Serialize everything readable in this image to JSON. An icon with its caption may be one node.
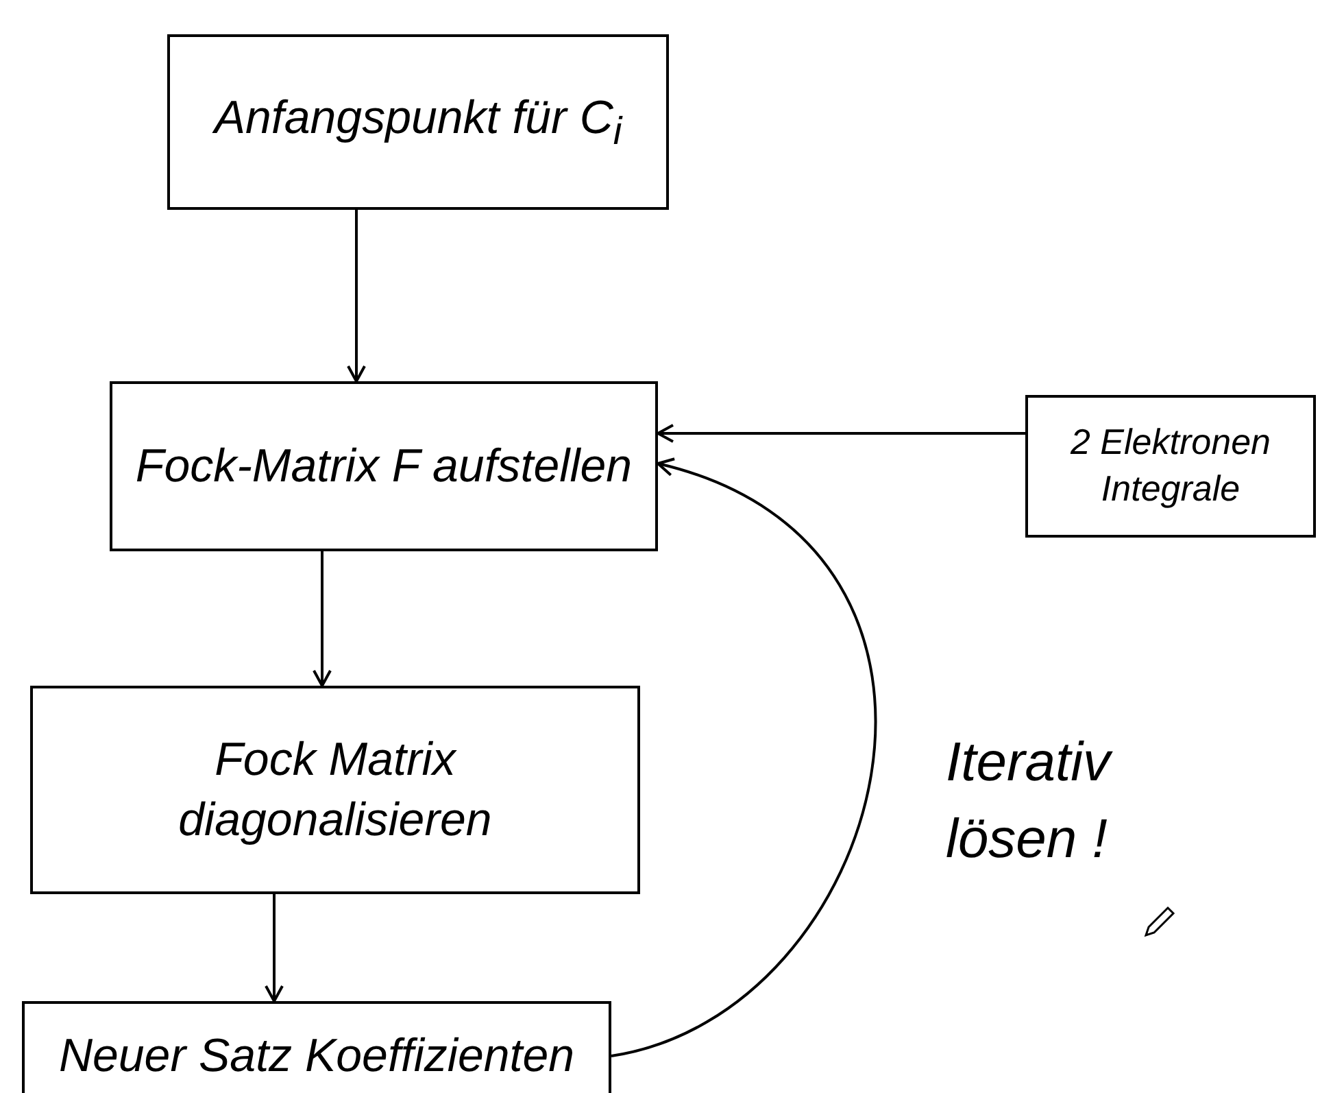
{
  "diagram": {
    "nodes": [
      {
        "text": [
          "Anfangspunkt für C$_{i}$"
        ]
      },
      {
        "text": [
          "Fock-Matrix F aufstellen"
        ]
      },
      {
        "text": [
          "Fock Matrix diagonalisieren"
        ]
      },
      {
        "text": [
          "Neuer Satz Koeffizienten"
        ]
      },
      {
        "text": [
          "2 Elektronen Integrale"
        ]
      }
    ],
    "edges": [
      {
        "from": 0,
        "to": 1,
        "arrow": "to"
      },
      {
        "from": 1,
        "to": 2,
        "arrow": "to"
      },
      {
        "from": 2,
        "to": 3,
        "arrow": "to"
      },
      {
        "from": 4,
        "to": 1,
        "arrow": "to"
      },
      {
        "from": 3,
        "to": 1,
        "arrow": "to"
      }
    ],
    "labels": [
      "Iterativ lösen !"
    ]
  }
}
